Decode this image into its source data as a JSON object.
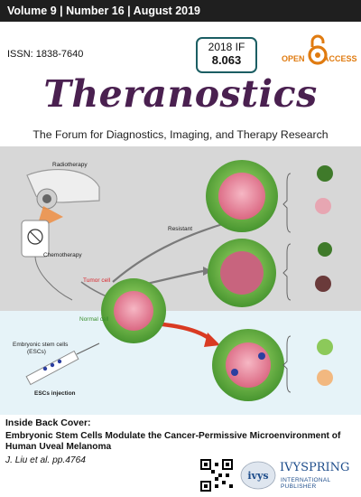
{
  "header": {
    "issue_line": "Volume 9 | Number 16 | August 2019",
    "issn": "ISSN: 1838-7640",
    "impact_factor_label": "2018 IF",
    "impact_factor_value": "8.063",
    "open_access_open": "OPEN",
    "open_access_access": "ACCESS"
  },
  "journal": {
    "title": "Theranostics",
    "tagline": "The Forum for Diagnostics, Imaging, and Therapy Research"
  },
  "illustration": {
    "labels": {
      "radiotherapy": "Radiotherapy",
      "chemotherapy": "Chemotherapy",
      "resistant": "Resistant",
      "tumor_cell": "Tumor cell",
      "normal_cell": "Normal cell",
      "escs_line1": "Embryonic stem cells",
      "escs_line2": "(ESCs)",
      "escs_injection": "ESCs injection"
    },
    "colors": {
      "tumor": "#e8869c",
      "normal": "#6fb83e",
      "arrow_red": "#d93a22",
      "arrow_grey": "#7a7a7a"
    }
  },
  "inside_cover": {
    "heading": "Inside Back Cover:",
    "article_title": "Embryonic Stem Cells Modulate the Cancer-Permissive Microenvironment of Human Uveal Melanoma",
    "authors": "J. Liu et al. pp.4764"
  },
  "publisher": {
    "name": "IVYSPRING",
    "subtitle": "INTERNATIONAL PUBLISHER",
    "logo_text": "ivys"
  }
}
